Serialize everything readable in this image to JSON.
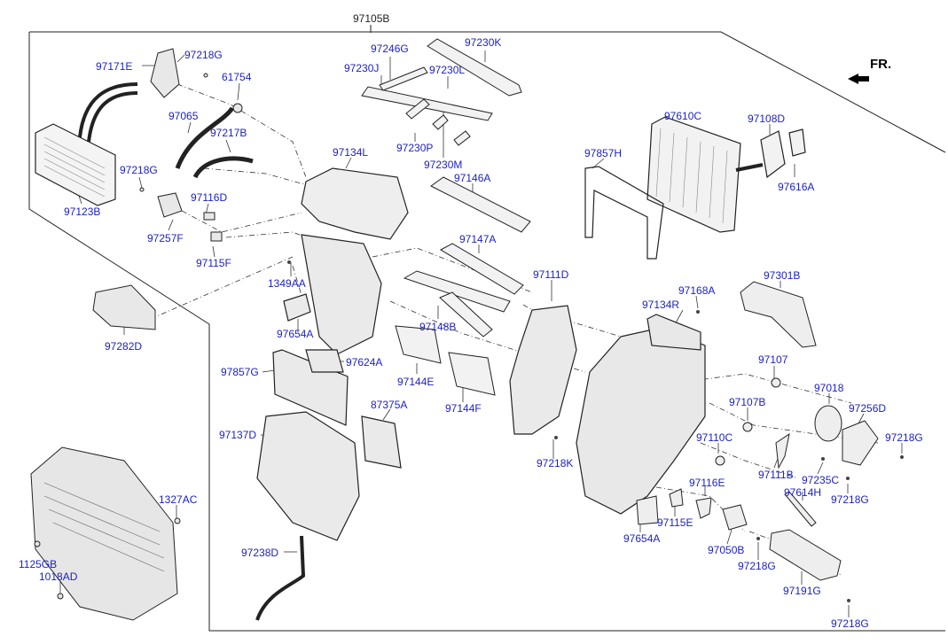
{
  "diagram": {
    "assembly_number": "97105B",
    "direction_label": "FR.",
    "colors": {
      "label": "#1a1fc8",
      "title": "#222222",
      "line": "#222222"
    },
    "parts": [
      {
        "id": "97171E",
        "label": "97171E"
      },
      {
        "id": "97218G_a",
        "label": "97218G"
      },
      {
        "id": "61754",
        "label": "61754"
      },
      {
        "id": "97065",
        "label": "97065"
      },
      {
        "id": "97217B",
        "label": "97217B"
      },
      {
        "id": "97218G_b",
        "label": "97218G"
      },
      {
        "id": "97116D",
        "label": "97116D"
      },
      {
        "id": "97123B",
        "label": "97123B"
      },
      {
        "id": "97257F",
        "label": "97257F"
      },
      {
        "id": "97115F",
        "label": "97115F"
      },
      {
        "id": "97282D",
        "label": "97282D"
      },
      {
        "id": "97246G",
        "label": "97246G"
      },
      {
        "id": "97230K",
        "label": "97230K"
      },
      {
        "id": "97230J",
        "label": "97230J"
      },
      {
        "id": "97230L",
        "label": "97230L"
      },
      {
        "id": "97230P",
        "label": "97230P"
      },
      {
        "id": "97230M",
        "label": "97230M"
      },
      {
        "id": "97134L",
        "label": "97134L"
      },
      {
        "id": "97146A",
        "label": "97146A"
      },
      {
        "id": "97147A",
        "label": "97147A"
      },
      {
        "id": "1349AA",
        "label": "1349AA"
      },
      {
        "id": "97654A_a",
        "label": "97654A"
      },
      {
        "id": "97624A",
        "label": "97624A"
      },
      {
        "id": "97148B",
        "label": "97148B"
      },
      {
        "id": "97857G",
        "label": "97857G"
      },
      {
        "id": "97144E",
        "label": "97144E"
      },
      {
        "id": "97144F",
        "label": "97144F"
      },
      {
        "id": "87375A",
        "label": "87375A"
      },
      {
        "id": "97137D",
        "label": "97137D"
      },
      {
        "id": "97238D",
        "label": "97238D"
      },
      {
        "id": "1327AC",
        "label": "1327AC"
      },
      {
        "id": "1125GB",
        "label": "1125GB"
      },
      {
        "id": "1018AD",
        "label": "1018AD"
      },
      {
        "id": "97610C",
        "label": "97610C"
      },
      {
        "id": "97108D",
        "label": "97108D"
      },
      {
        "id": "97857H",
        "label": "97857H"
      },
      {
        "id": "97616A",
        "label": "97616A"
      },
      {
        "id": "97111D",
        "label": "97111D"
      },
      {
        "id": "97301B",
        "label": "97301B"
      },
      {
        "id": "97168A",
        "label": "97168A"
      },
      {
        "id": "97134R",
        "label": "97134R"
      },
      {
        "id": "97107",
        "label": "97107"
      },
      {
        "id": "97018",
        "label": "97018"
      },
      {
        "id": "97107B",
        "label": "97107B"
      },
      {
        "id": "97256D",
        "label": "97256D"
      },
      {
        "id": "97110C",
        "label": "97110C"
      },
      {
        "id": "97218G_c",
        "label": "97218G"
      },
      {
        "id": "97218K",
        "label": "97218K"
      },
      {
        "id": "97111B",
        "label": "97111B"
      },
      {
        "id": "97235C",
        "label": "97235C"
      },
      {
        "id": "97116E",
        "label": "97116E"
      },
      {
        "id": "97614H",
        "label": "97614H"
      },
      {
        "id": "97218G_d",
        "label": "97218G"
      },
      {
        "id": "97115E",
        "label": "97115E"
      },
      {
        "id": "97654A_b",
        "label": "97654A"
      },
      {
        "id": "97050B",
        "label": "97050B"
      },
      {
        "id": "97218G_e",
        "label": "97218G"
      },
      {
        "id": "97191G",
        "label": "97191G"
      },
      {
        "id": "97218G_f",
        "label": "97218G"
      }
    ]
  }
}
